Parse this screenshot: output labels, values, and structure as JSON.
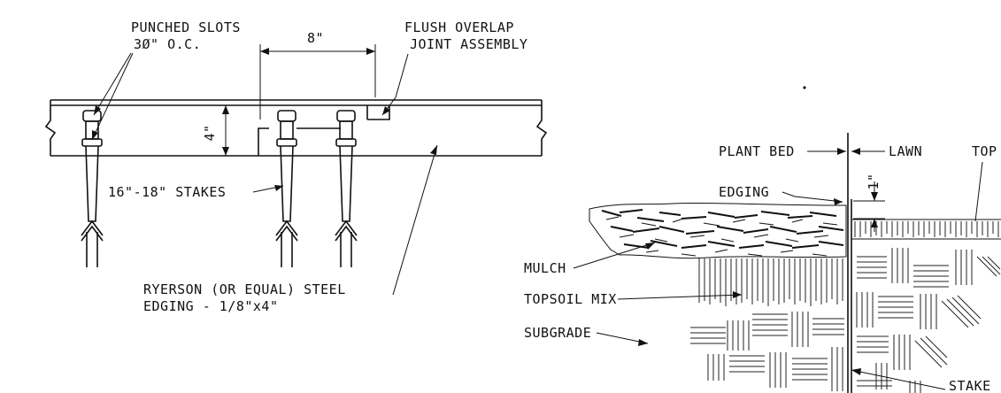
{
  "plan_view": {
    "slots_label_line1": "PUNCHED SLOTS",
    "slots_label_line2": "3Ø\" O.C.",
    "spacing_dim": "8\"",
    "joint_label_line1": "FLUSH OVERLAP",
    "joint_label_line2": "JOINT ASSEMBLY",
    "height_dim": "4\"",
    "stakes_label": "16\"-18\" STAKES",
    "edging_label_line1": "RYERSON (OR EQUAL) STEEL",
    "edging_label_line2": "EDGING - 1/8\"x4\""
  },
  "section_view": {
    "plant_bed_label": "PLANT BED",
    "lawn_label": "LAWN",
    "edging_label": "EDGING",
    "depth_dim": "1\"",
    "topsoil_label": "TOP",
    "mulch_label": "MULCH",
    "topsoil_mix_label": "TOPSOIL MIX",
    "subgrade_label": "SUBGRADE",
    "stake_label": "STAKE"
  }
}
